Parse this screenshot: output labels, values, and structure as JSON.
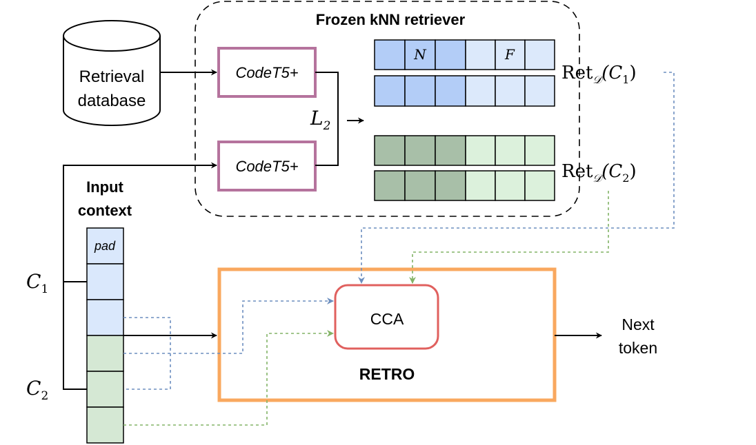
{
  "retriever": {
    "title": "Frozen kNN retriever"
  },
  "database": {
    "line1": "Retrieval",
    "line2": "database"
  },
  "encoders": {
    "top": "CodeT5+",
    "bottom": "CodeT5+"
  },
  "distance": {
    "main": "L",
    "sub": "2"
  },
  "neighbor_grid": {
    "n_label": "N",
    "f_label": "F"
  },
  "ret_labels": {
    "c1": {
      "prefix": "Ret",
      "sub": "𝒟",
      "arg": "(C",
      "arg_sub": "1",
      "close": ")"
    },
    "c2": {
      "prefix": "Ret",
      "sub": "𝒟",
      "arg": "(C",
      "arg_sub": "2",
      "close": ")"
    }
  },
  "input_context": {
    "line1": "Input",
    "line2": "context",
    "pad": "pad"
  },
  "chunks": {
    "c1": {
      "main": "C",
      "sub": "1"
    },
    "c2": {
      "main": "C",
      "sub": "2"
    }
  },
  "retro": {
    "title": "RETRO",
    "cca": "CCA"
  },
  "output": {
    "line1": "Next",
    "line2": "token"
  },
  "colors": {
    "blue_dark": "#b3cdf7",
    "blue_light": "#dce9fb",
    "green_dark": "#a8bfa8",
    "green_light": "#dcf1dc",
    "encoder_border": "#b5739d",
    "retro_border": "#f9a85f",
    "cca_border": "#e0605e",
    "blue_dotted": "#6c8ebf",
    "green_dotted": "#82b366",
    "context_blue": "#dae8fc",
    "context_green": "#d5e8d4"
  }
}
